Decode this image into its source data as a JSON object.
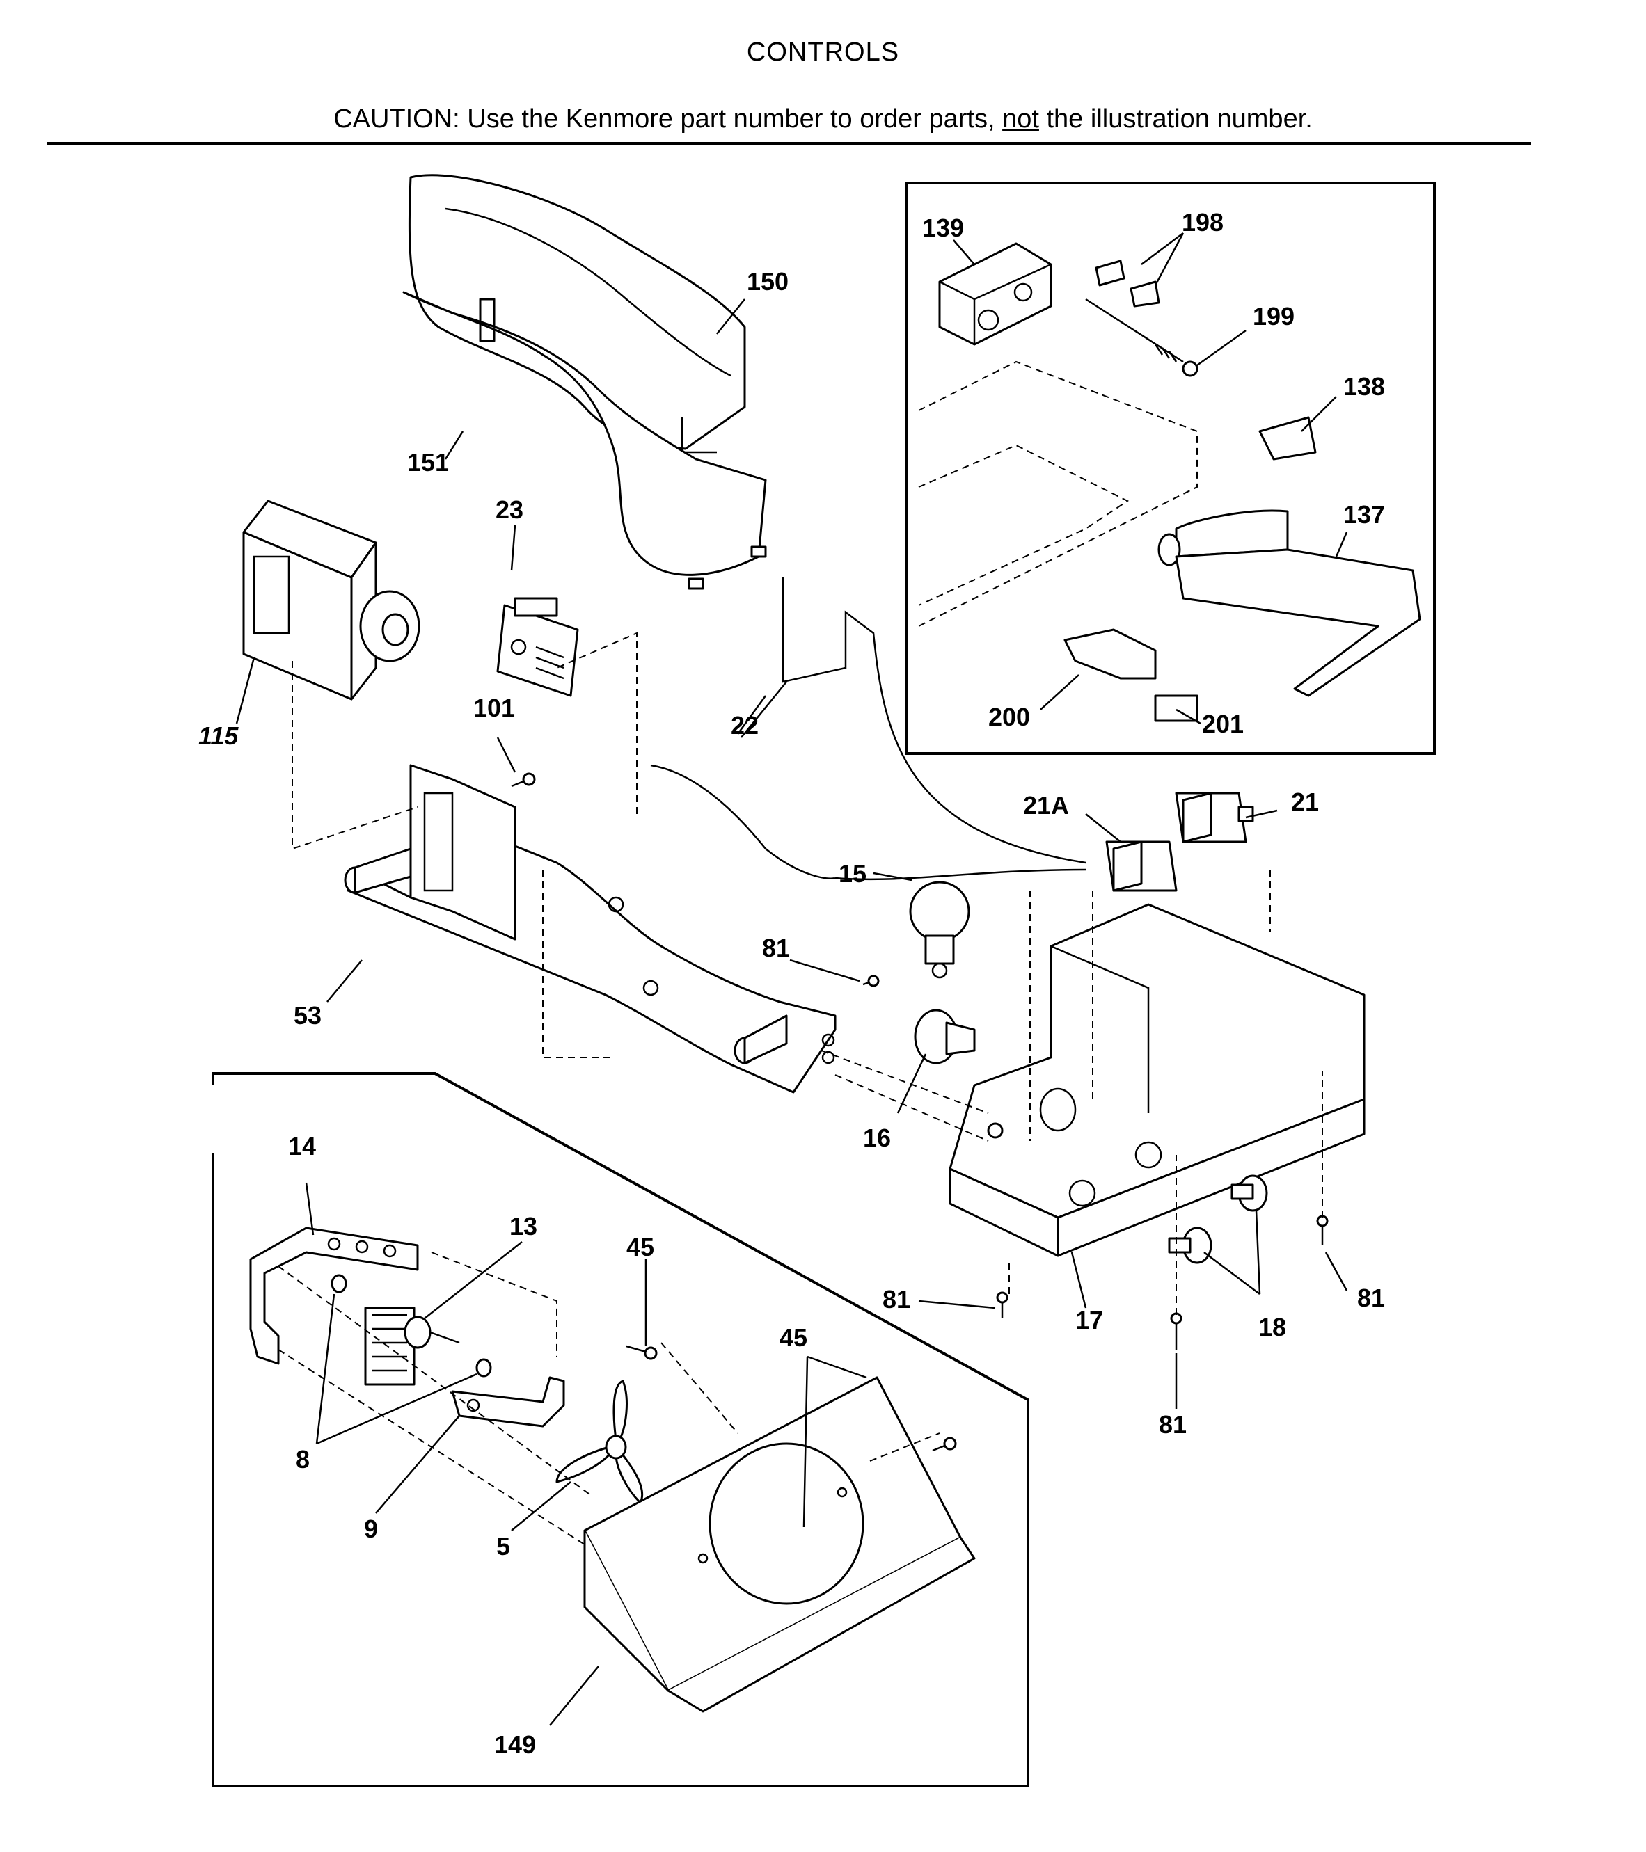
{
  "header": {
    "title": "CONTROLS",
    "caution_prefix": "CAUTION: Use the Kenmore part number to order parts, ",
    "caution_emphasis": "not",
    "caution_suffix": " the illustration number."
  },
  "callouts": {
    "c139": "139",
    "c198": "198",
    "c150": "150",
    "c199": "199",
    "c138": "138",
    "c151": "151",
    "c137": "137",
    "c23": "23",
    "c115": "115",
    "c101": "101",
    "c22": "22",
    "c200": "200",
    "c201": "201",
    "c21A": "21A",
    "c21": "21",
    "c15": "15",
    "c81a": "81",
    "c53": "53",
    "c16": "16",
    "c14": "14",
    "c13": "13",
    "c45a": "45",
    "c81b": "81",
    "c17": "17",
    "c18": "18",
    "c81c": "81",
    "c45b": "45",
    "c8": "8",
    "c81d": "81",
    "c9": "9",
    "c5": "5",
    "c149": "149"
  }
}
